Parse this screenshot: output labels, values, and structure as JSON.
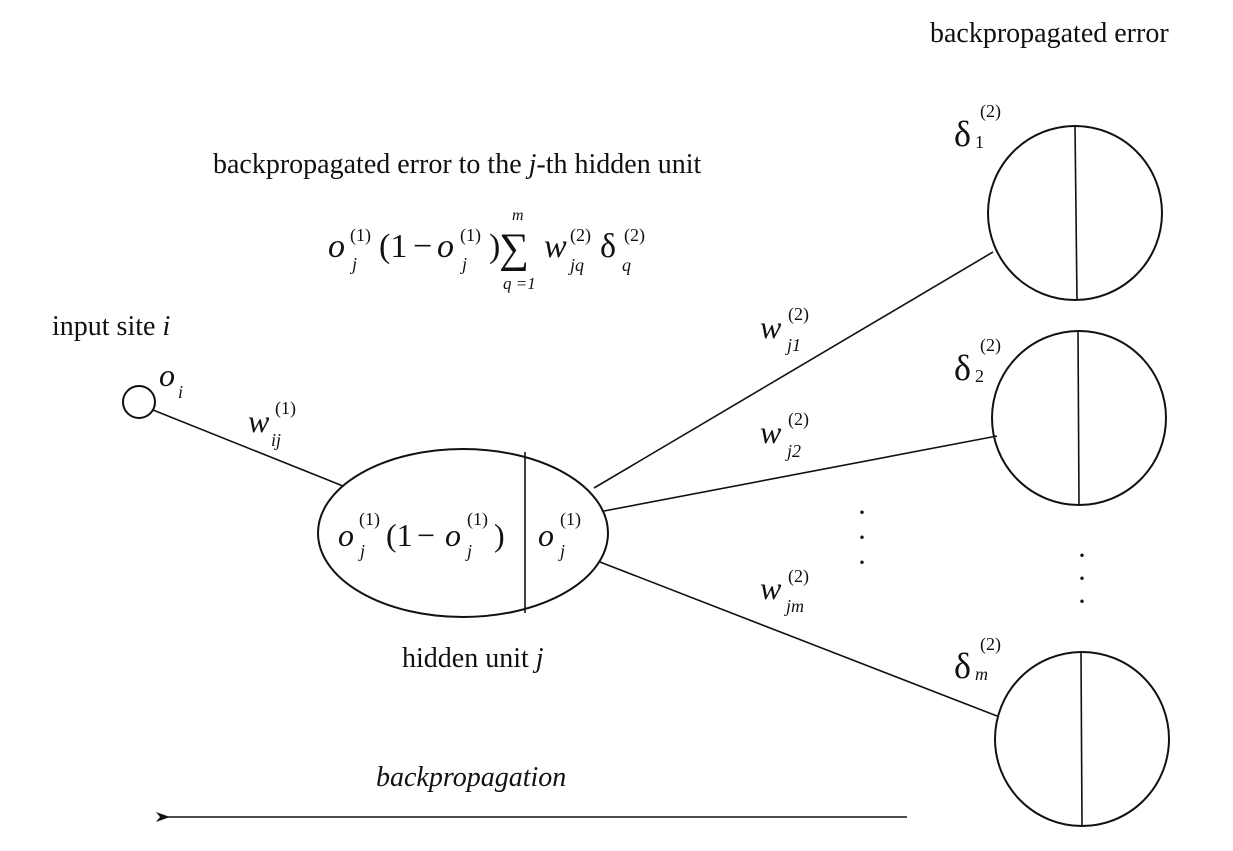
{
  "labels": {
    "top_right": "backpropagated error",
    "hidden_error_title_prefix": "backpropagated error to the ",
    "hidden_error_title_j": "j",
    "hidden_error_title_suffix": "-th hidden unit",
    "input_site_prefix": "input site ",
    "input_site_i": "i",
    "hidden_unit_prefix": "hidden unit ",
    "hidden_unit_j": "j",
    "backpropagation": "backpropagation"
  },
  "symbols": {
    "o": "o",
    "w": "w",
    "delta": "δ",
    "sum": "∑",
    "sub_i": "i",
    "sub_j": "j",
    "sub_ij": "ij",
    "sub_q": "q",
    "sub_jq": "jq",
    "sub_j1": "j1",
    "sub_j2": "j2",
    "sub_jm": "jm",
    "sub_1": "1",
    "sub_2": "2",
    "sub_m": "m",
    "sup_1": "(1)",
    "sup_2": "(2)",
    "sum_lower": "q =1",
    "sum_upper": "m",
    "one_minus": "(1",
    "minus": "−",
    "close_paren": ")",
    "dot": "·"
  },
  "colors": {
    "ink": "#111111",
    "background": "#ffffff"
  }
}
